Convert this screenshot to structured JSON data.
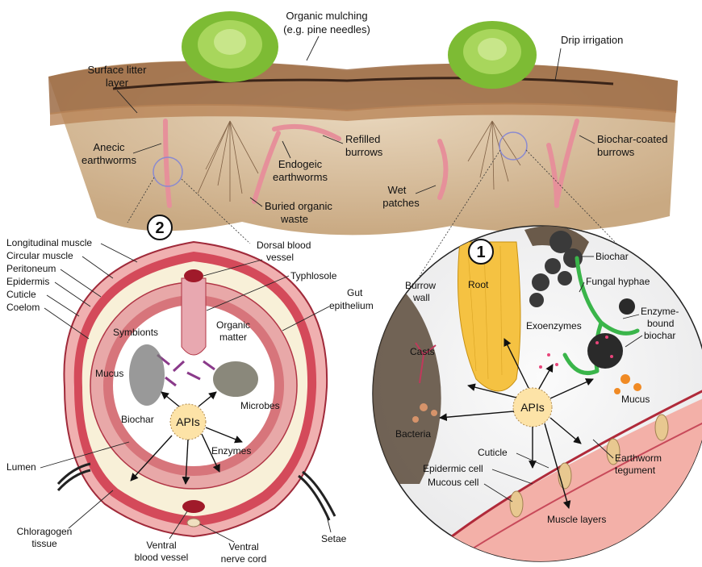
{
  "labels": {
    "organic_mulching_1": "Organic mulching",
    "organic_mulching_2": "(e.g. pine needles)",
    "drip_irrigation": "Drip irrigation",
    "surface_litter_1": "Surface litter",
    "surface_litter_2": "layer",
    "anecic_1": "Anecic",
    "anecic_2": "earthworms",
    "refilled_1": "Refilled",
    "refilled_2": "burrows",
    "endogeic_1": "Endogeic",
    "endogeic_2": "earthworms",
    "biochar_coated_1": "Biochar-coated",
    "biochar_coated_2": "burrows",
    "wet_1": "Wet",
    "wet_2": "patches",
    "buried_1": "Buried organic",
    "buried_2": "waste",
    "badge_2": "2",
    "badge_1": "1",
    "longitudinal_muscle": "Longitudinal muscle",
    "circular_muscle": "Circular muscle",
    "peritoneum": "Peritoneum",
    "epidermis": "Epidermis",
    "cuticle_left": "Cuticle",
    "coelom": "Coelom",
    "dorsal_1": "Dorsal blood",
    "dorsal_2": "vessel",
    "typhlosole": "Typhlosole",
    "gut_1": "Gut",
    "gut_2": "epithelium",
    "symbionts": "Symbionts",
    "organic_matter_1": "Organic",
    "organic_matter_2": "matter",
    "mucus_left": "Mucus",
    "microbes": "Microbes",
    "biochar_left": "Biochar",
    "apis_left": "APIs",
    "enzymes": "Enzymes",
    "lumen": "Lumen",
    "chloragogen_1": "Chloragogen",
    "chloragogen_2": "tissue",
    "ventral_vessel_1": "Ventral",
    "ventral_vessel_2": "blood vessel",
    "ventral_nerve_1": "Ventral",
    "ventral_nerve_2": "nerve cord",
    "setae": "Setae",
    "biochar_right": "Biochar",
    "burrow_wall_1": "Burrow",
    "burrow_wall_2": "wall",
    "root": "Root",
    "fungal_hyphae": "Fungal hyphae",
    "exoenzymes": "Exoenzymes",
    "enzyme_bound_1": "Enzyme-",
    "enzyme_bound_2": "bound",
    "enzyme_bound_3": "biochar",
    "casts": "Casts",
    "apis_right": "APIs",
    "mucus_right": "Mucus",
    "bacteria": "Bacteria",
    "cuticle_right": "Cuticle",
    "epidermic_cell": "Epidermic cell",
    "mucous_cell": "Mucous cell",
    "earthworm_tegument_1": "Earthworm",
    "earthworm_tegument_2": "tegument",
    "muscle_layers": "Muscle layers"
  },
  "colors": {
    "soil": "#c8a57e",
    "soil_dark": "#a8825a",
    "lettuce": "#8cc63f",
    "muscle_red": "#c0394b",
    "muscle_pink": "#f2a6a6",
    "coelom_cream": "#f8f0d8",
    "apis_fill": "#fde3a7",
    "root_yellow": "#f5c242",
    "hyphae_green": "#3ab54a",
    "biochar_dark": "#3a3a3a",
    "mucus_orange": "#f08a24"
  }
}
